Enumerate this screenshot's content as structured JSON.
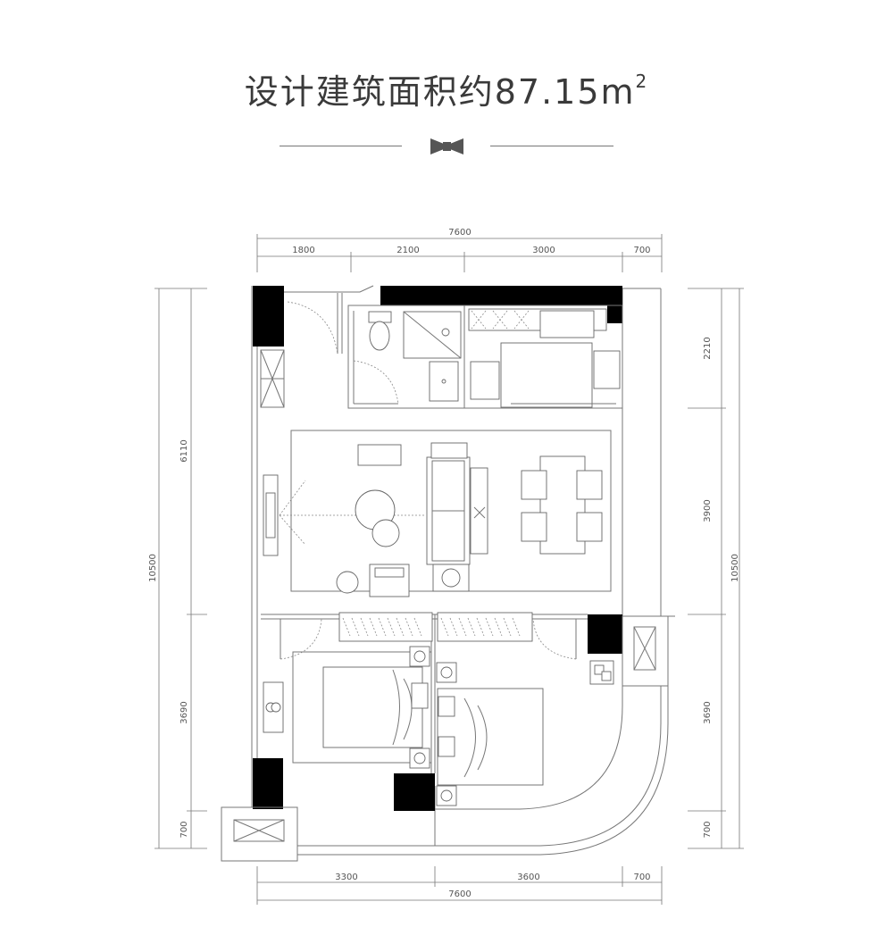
{
  "title": {
    "text": "设计建筑面积约87.15m",
    "superscript": "2"
  },
  "dimensions": {
    "top_total": "7600",
    "top_segments": [
      "1800",
      "2100",
      "3000",
      "700"
    ],
    "bottom_segments": [
      "3300",
      "3600",
      "700"
    ],
    "bottom_total": "7600",
    "left_segments": [
      "6110",
      "3690",
      "700"
    ],
    "left_total": "10500",
    "right_segments": [
      "2210",
      "3900",
      "3690",
      "700"
    ],
    "right_total": "10500"
  },
  "colors": {
    "wall": "#000000",
    "line": "#777777",
    "text": "#3a3a3a"
  }
}
